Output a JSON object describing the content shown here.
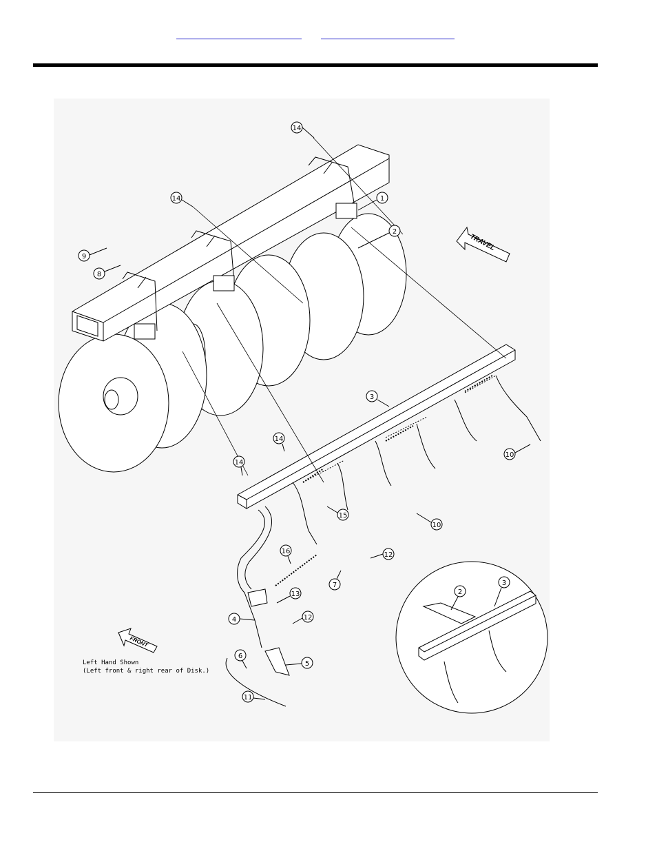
{
  "header": {
    "links": [
      "",
      ""
    ]
  },
  "drawing": {
    "travel_label": "TRAVEL",
    "front_label": "FRONT",
    "note_line1": "Left Hand Shown",
    "note_line2": "(Left front & right rear of Disk.)",
    "callouts": [
      {
        "id": "c14a",
        "label": "14"
      },
      {
        "id": "c1",
        "label": "1"
      },
      {
        "id": "c14b",
        "label": "14"
      },
      {
        "id": "c2",
        "label": "2"
      },
      {
        "id": "c9",
        "label": "9"
      },
      {
        "id": "c8",
        "label": "8"
      },
      {
        "id": "c3",
        "label": "3"
      },
      {
        "id": "c14c",
        "label": "14"
      },
      {
        "id": "c14d",
        "label": "14"
      },
      {
        "id": "c10a",
        "label": "10"
      },
      {
        "id": "c15",
        "label": "15"
      },
      {
        "id": "c10b",
        "label": "10"
      },
      {
        "id": "c16",
        "label": "16"
      },
      {
        "id": "c12a",
        "label": "12"
      },
      {
        "id": "c7",
        "label": "7"
      },
      {
        "id": "c13",
        "label": "13"
      },
      {
        "id": "c4",
        "label": "4"
      },
      {
        "id": "c12b",
        "label": "12"
      },
      {
        "id": "c6",
        "label": "6"
      },
      {
        "id": "c5",
        "label": "5"
      },
      {
        "id": "c11",
        "label": "11"
      },
      {
        "id": "c2b",
        "label": "2"
      },
      {
        "id": "c3b",
        "label": "3"
      }
    ]
  }
}
